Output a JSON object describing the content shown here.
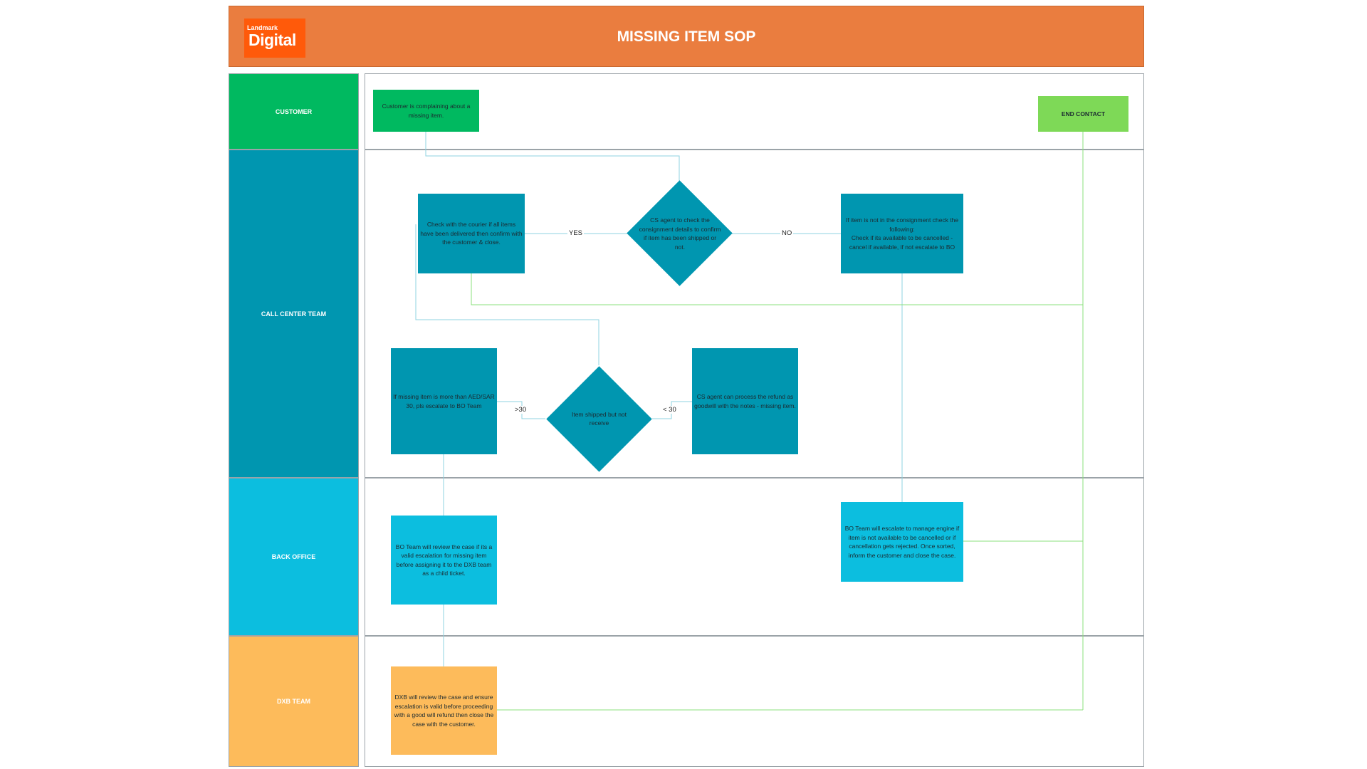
{
  "header": {
    "title": "MISSING ITEM SOP",
    "logo_top": "Landmark",
    "logo_bottom": "Digital",
    "bg_color": "#EA7D3F",
    "logo_color": "#FF5A0A"
  },
  "lanes": {
    "customer": "CUSTOMER",
    "call_center": "CALL CENTER TEAM",
    "back_office": "BACK OFFICE",
    "dxb": "DXB TEAM"
  },
  "colors": {
    "customer": "#00B960",
    "call_center": "#0096B0",
    "back_office": "#0CBEDF",
    "dxb": "#FDBB5B",
    "end": "#7ED957",
    "line_blue": "#8fd3e0",
    "line_green": "#8be07c"
  },
  "nodes": {
    "complaint": "Customer is complaining about a missing item.",
    "end_contact": "END CONTACT",
    "check_courier": "Check with the courier if all items have been delivered then confirm with the customer & close.",
    "cs_check_consignment": "CS agent to check the consignment details to confirm if item has been shipped or not.",
    "not_in_consignment": "If item is not in the consignment check the following:\nCheck if its available to be cancelled - cancel if available, if not escalate to BO",
    "more_than_30": "If missing item is more than AED/SAR 30, pls escalate to BO Team",
    "shipped_not_received": "Item shipped but not receive",
    "goodwill_refund": "CS agent can process the refund as goodwill with the notes - missing item.",
    "bo_review": "BO Team will review the case if its a valid escalation for missing item before assigning it to the DXB team as a child ticket.",
    "bo_escalate_engine": "BO Team will escalate to manage engine if item is not available to be cancelled or if cancellation gets rejected. Once sorted, inform the customer and close the case.",
    "dxb_review": "DXB will review the case and ensure escalation is valid before proceeding with a good will refund then close the case with the customer."
  },
  "edge_labels": {
    "yes": "YES",
    "no": "NO",
    "gt30": ">30",
    "lt30": "< 30"
  }
}
